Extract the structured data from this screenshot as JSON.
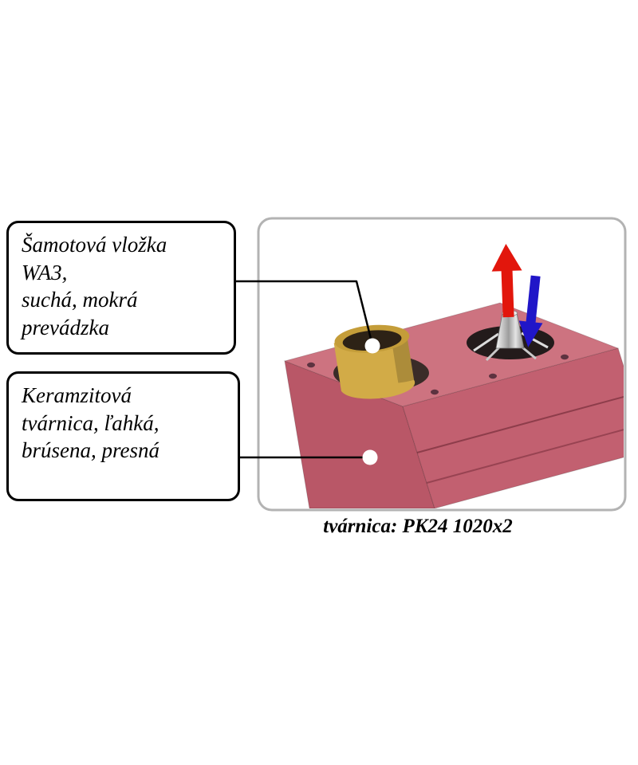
{
  "callouts": {
    "liner": {
      "text": "Šamotová vložka\nWA3,\nsuchá, mokrá\nprevádzka"
    },
    "block": {
      "text": "Keramzitová\ntvárnica, ľahká,\nbrúsena, presná"
    }
  },
  "caption": "tvárnica: PK24 1020x2",
  "colors": {
    "frame_border": "#b3b3b3",
    "block_top": "#cd7380",
    "block_left": "#b95767",
    "block_right": "#c26070",
    "liner_yellow": "#d2ab47",
    "liner_rim": "#c49d39",
    "hole_dark": "#3a2c28",
    "arrow_up_red": "#e2160c",
    "arrow_down_blue": "#2016c8",
    "leader_line": "#000000"
  }
}
